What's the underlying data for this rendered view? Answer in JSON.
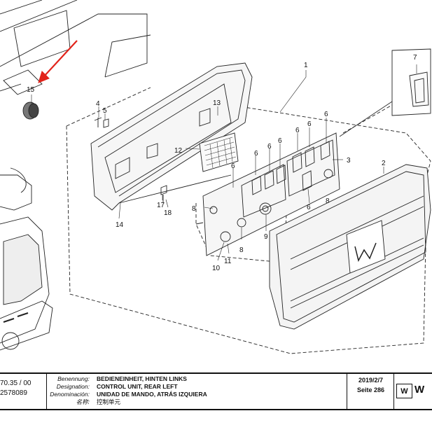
{
  "callouts": {
    "c1": "1",
    "c2": "2",
    "c3": "3",
    "c4": "4",
    "c5": "5",
    "c6": "6",
    "c7": "7",
    "c8": "8",
    "c9": "9",
    "c10": "10",
    "c11": "11",
    "c12": "12",
    "c13": "13",
    "c14": "14",
    "c15": "15",
    "c17": "17",
    "c18": "18"
  },
  "titleblock": {
    "part_no_fragment": "70.35 / 00",
    "order_no_fragment": "2578089",
    "labels": {
      "de": "Benennung:",
      "en": "Designation:",
      "es": "Denominación:",
      "zh": "名称:"
    },
    "values": {
      "de": "BEDIENEINHEIT, HINTEN LINKS",
      "en": "CONTROL UNIT, REAR LEFT",
      "es": "UNIDAD DE MANDO, ATRÁS IZQUIERA",
      "zh": "控制单元"
    },
    "date": "2019/2/7",
    "page": "Seite 286",
    "logo_fragment": "W",
    "logo_mark": "W"
  },
  "colors": {
    "line": "#222222",
    "arrow": "#e2231a",
    "panel_fill": "#f4f4f4"
  }
}
